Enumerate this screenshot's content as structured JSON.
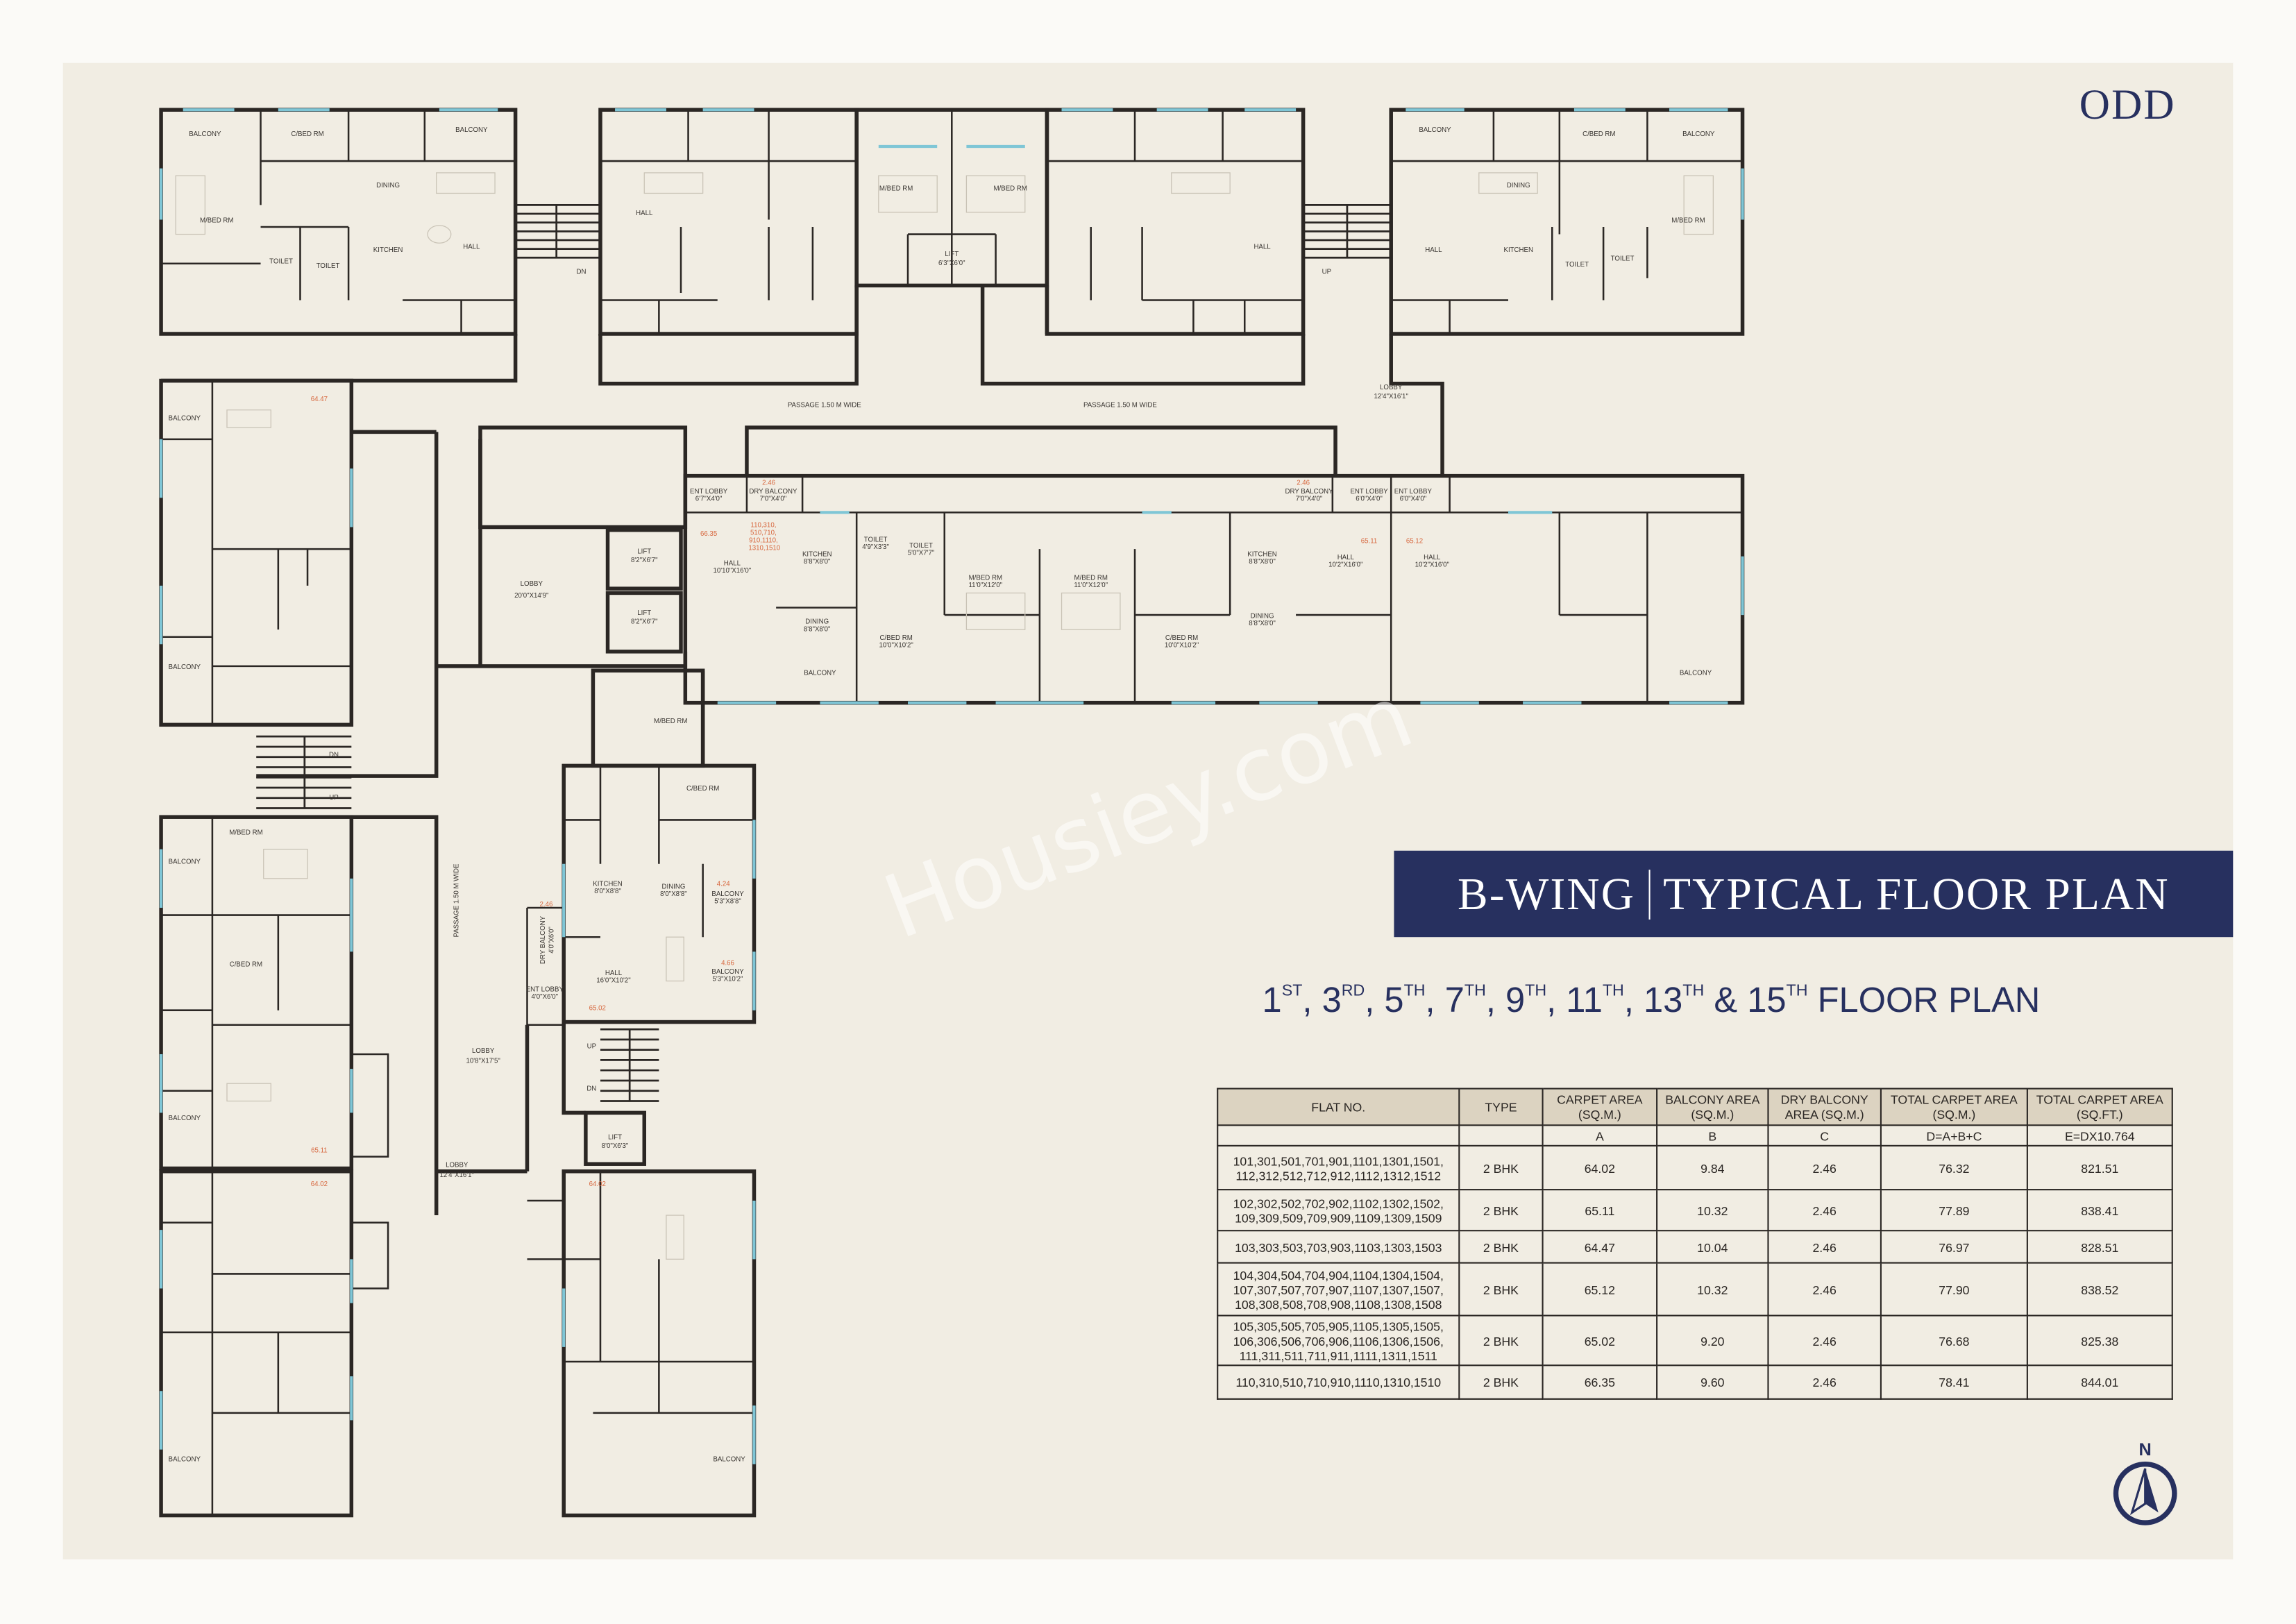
{
  "corner_label": "ODD",
  "title": {
    "left": "B-WING",
    "right": "TYPICAL FLOOR PLAN"
  },
  "subtitle": {
    "floors": [
      {
        "n": "1",
        "sup": "ST"
      },
      {
        "n": "3",
        "sup": "RD"
      },
      {
        "n": "5",
        "sup": "TH"
      },
      {
        "n": "7",
        "sup": "TH"
      },
      {
        "n": "9",
        "sup": "TH"
      },
      {
        "n": "11",
        "sup": "TH"
      },
      {
        "n": "13",
        "sup": "TH"
      },
      {
        "n": "15",
        "sup": "TH"
      }
    ],
    "amp": "&",
    "suffix": "FLOOR PLAN"
  },
  "watermark": "Housiey.com",
  "compass": {
    "label": "N",
    "icon": "north-arrow-icon"
  },
  "colors": {
    "navy": "#27305f",
    "sheet": "#f1ede3",
    "header": "#dcd3c1",
    "area_text": "#d7673e",
    "window": "#7fc6d6",
    "wall": "#2b2724"
  },
  "table": {
    "headers": [
      "FLAT NO.",
      "TYPE",
      "CARPET AREA (SQ.M.)",
      "BALCONY AREA (SQ.M.)",
      "DRY BALCONY AREA (SQ.M.)",
      "TOTAL CARPET AREA (SQ.M.)",
      "TOTAL CARPET AREA (SQ.FT.)"
    ],
    "formula_row": [
      "",
      "",
      "A",
      "B",
      "C",
      "D=A+B+C",
      "E=DX10.764"
    ],
    "rows": [
      [
        "101,301,501,701,901,1101,1301,1501, 112,312,512,712,912,1112,1312,1512",
        "2 BHK",
        "64.02",
        "9.84",
        "2.46",
        "76.32",
        "821.51"
      ],
      [
        "102,302,502,702,902,1102,1302,1502, 109,309,509,709,909,1109,1309,1509",
        "2 BHK",
        "65.11",
        "10.32",
        "2.46",
        "77.89",
        "838.41"
      ],
      [
        "103,303,503,703,903,1103,1303,1503",
        "2 BHK",
        "64.47",
        "10.04",
        "2.46",
        "76.97",
        "828.51"
      ],
      [
        "104,304,504,704,904,1104,1304,1504, 107,307,507,707,907,1107,1307,1507, 108,308,508,708,908,1108,1308,1508",
        "2 BHK",
        "65.12",
        "10.32",
        "2.46",
        "77.90",
        "838.52"
      ],
      [
        "105,305,505,705,905,1105,1305,1505, 106,306,506,706,906,1106,1306,1506, 111,311,511,711,911,1111,1311,1511",
        "2 BHK",
        "65.02",
        "9.20",
        "2.46",
        "76.68",
        "825.38"
      ],
      [
        "110,310,510,710,910,1110,1310,1510",
        "2 BHK",
        "66.35",
        "9.60",
        "2.46",
        "78.41",
        "844.01"
      ]
    ]
  },
  "plan": {
    "labels": [
      "PASSAGE 1.50 M WIDE",
      "PASSAGE 1.50 M WIDE",
      "LOBBY",
      "12'4\"X16'1\"",
      "LOBBY",
      "20'0\"X14'9\"",
      "LIFT",
      "8'2\"X6'7\"",
      "LIFT",
      "8'2\"X6'7\"",
      "LIFT",
      "6'3\"X6'0\"",
      "PASSAGE 1.50 M WIDE",
      "LOBBY",
      "10'8\"X17'5\"",
      "LOBBY",
      "12'4\"X16'1\"",
      "LIFT",
      "8'0\"X6'3\"",
      "UP",
      "DN",
      "UP",
      "DN",
      "UP",
      "DN",
      "ENT LOBBY",
      "6'7\"X4'0\"",
      "DRY BALCONY",
      "7'0\"X4'0\"",
      "HALL",
      "10'10\"X16'0\"",
      "KITCHEN",
      "8'8\"X8'0\"",
      "TOILET",
      "4'9\"X3'3\"",
      "TOILET",
      "5'0\"X7'7\"",
      "M/BED RM",
      "11'0\"X12'0\"",
      "M/BED RM",
      "11'0\"X12'0\"",
      "DINING",
      "8'8\"X8'0\"",
      "C/BED RM",
      "10'0\"X10'2\"",
      "C/BED RM",
      "10'0\"X10'2\"",
      "KITCHEN",
      "8'8\"X8'0\"",
      "HALL",
      "10'2\"X16'0\"",
      "HALL",
      "10'2\"X16'0\"",
      "DRY BALCONY",
      "7'0\"X4'0\"",
      "ENT LOBBY",
      "6'0\"X4'0\"",
      "ENT LOBBY",
      "6'0\"X4'0\"",
      "DINING",
      "8'8\"X8'0\"",
      "KITCHEN",
      "8'0\"X8'8\"",
      "DINING",
      "8'0\"X8'8\"",
      "BALCONY",
      "5'3\"X8'8\"",
      "BALCONY",
      "5'3\"X10'2\"",
      "HALL",
      "16'0\"X10'2\"",
      "ENT LOBBY",
      "4'0\"X6'0\"",
      "DRY BALCONY",
      "4'0\"X6'0\"",
      "BALCONY",
      "M/BED RM",
      "C/BED RM",
      "DINING",
      "KITCHEN",
      "HALL",
      "TOILET",
      "TOILET",
      "BALCONY",
      "BALCONY",
      "C/BED RM",
      "M/BED RM",
      "DINING",
      "KITCHEN",
      "HALL",
      "TOILET",
      "TOILET",
      "BALCONY",
      "M/BED RM",
      "M/BED RM",
      "HALL",
      "HALL",
      "C/BED RM",
      "M/BED RM",
      "C/BED RM",
      "M/BED RM",
      "BALCONY",
      "BALCONY",
      "BALCONY",
      "BALCONY",
      "BALCONY",
      "BALCONY",
      "BALCONY",
      "BALCONY"
    ],
    "areas": [
      "66.35",
      "110,310, 510,710, 910,1110, 1310,1510",
      "2.46",
      "2.46",
      "65.11",
      "65.12",
      "65.02",
      "4.24",
      "4.66",
      "2.46",
      "64.02",
      "64.47",
      "64.02",
      "65.11"
    ]
  }
}
